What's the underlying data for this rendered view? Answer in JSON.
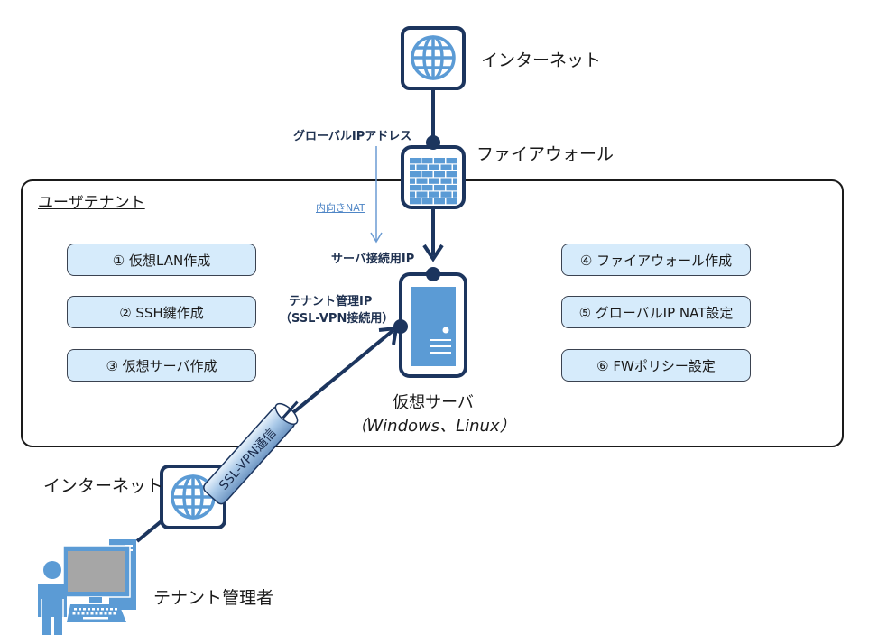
{
  "diagram": {
    "nodes": {
      "internet_top": {
        "label": "インターネット",
        "icon": "globe-icon"
      },
      "firewall": {
        "label": "ファイアウォール",
        "icon": "brick-wall-icon"
      },
      "virtual_server": {
        "label": "仮想サーバ",
        "sublabel": "（Windows、Linux）",
        "icon": "server-icon"
      },
      "internet_bottom": {
        "label": "インターネット",
        "icon": "globe-icon"
      },
      "tenant_admin": {
        "label": "テナント管理者",
        "icon": "user-computer-icon"
      }
    },
    "annotations": {
      "global_ip": "グローバルIPアドレス",
      "inbound_nat": "内向きNAT",
      "server_ip": "サーバ接続用IP",
      "tenant_mgmt_ip_line1": "テナント管理IP",
      "tenant_mgmt_ip_line2": "（SSL-VPN接続用）",
      "vpn_tunnel": "SSL-VPN通信"
    },
    "tenant_area": {
      "title": "ユーザテナント"
    },
    "steps_left": [
      {
        "label": "① 仮想LAN作成"
      },
      {
        "label": "② SSH鍵作成"
      },
      {
        "label": "③ 仮想サーバ作成"
      }
    ],
    "steps_right": [
      {
        "label": "④ ファイアウォール作成"
      },
      {
        "label": "⑤ グローバルIP NAT設定"
      },
      {
        "label": "⑥ FWポリシー設定"
      }
    ],
    "colors": {
      "dark_navy": "#1c355e",
      "icon_blue": "#5b9bd5",
      "step_fill": "#d6ebfb",
      "nat_arrow": "#6b9bd2",
      "screen_gray": "#a6a6a6"
    }
  }
}
